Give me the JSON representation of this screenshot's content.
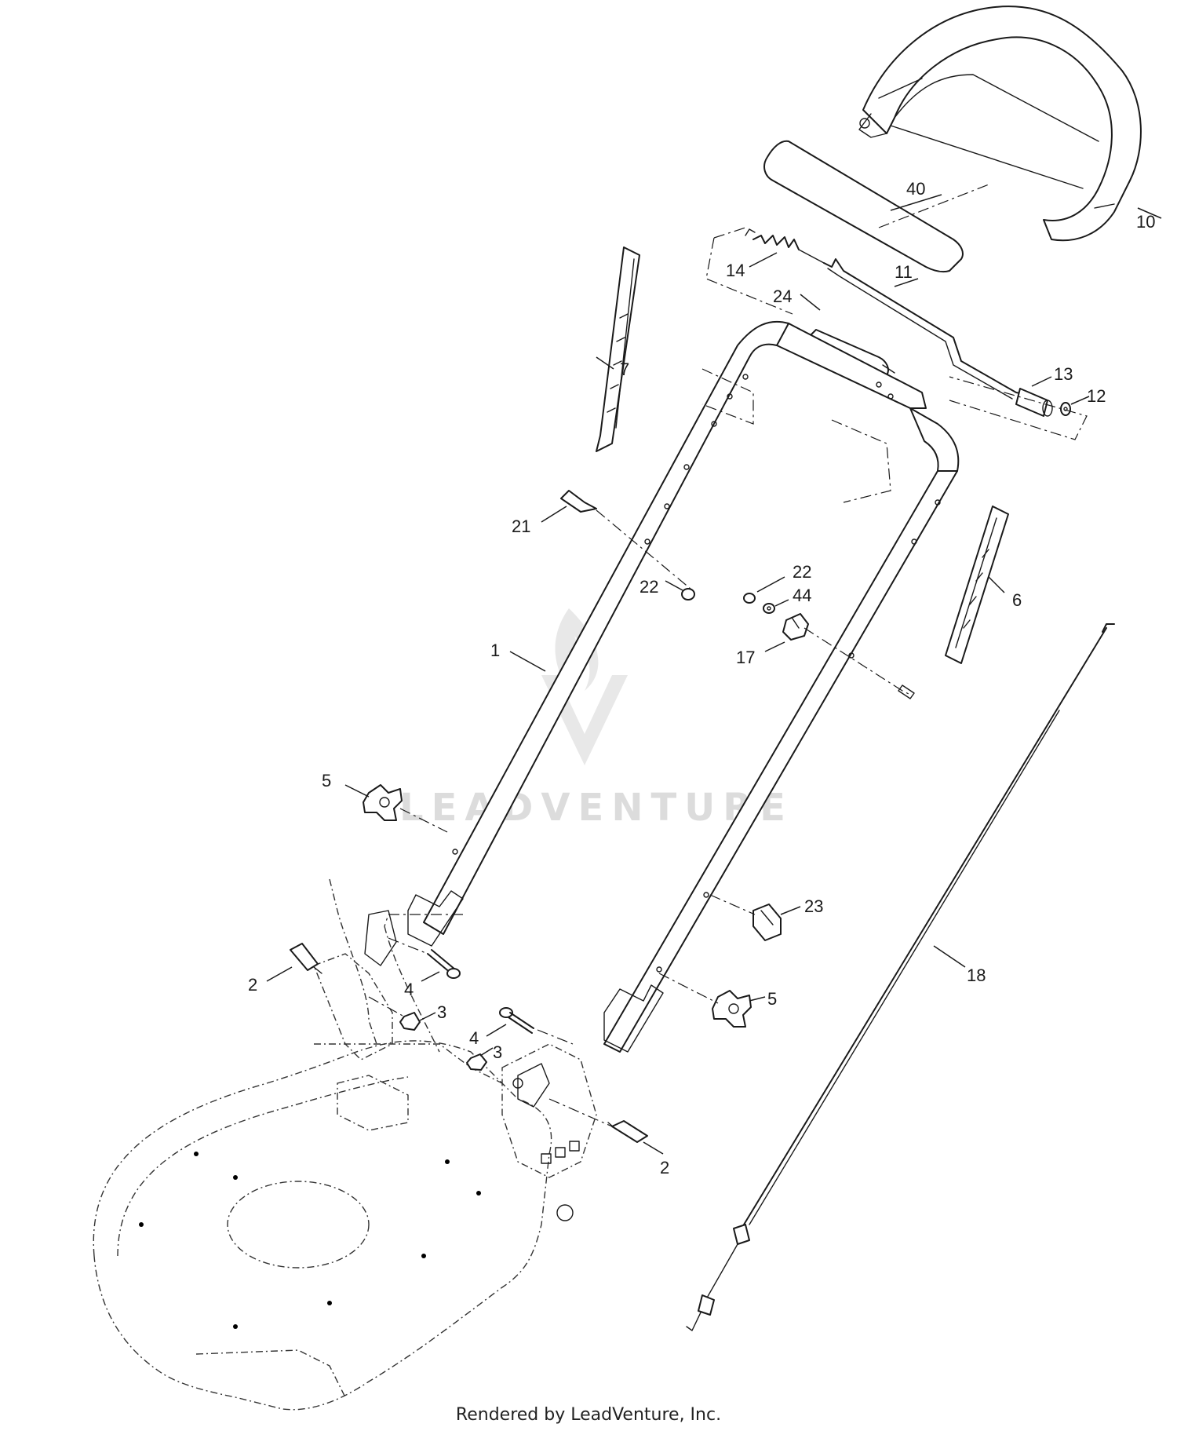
{
  "watermark": {
    "text": "LEADVENTURE"
  },
  "footer": {
    "credit": "Rendered by LeadVenture, Inc."
  },
  "callouts": {
    "c10": "10",
    "c40": "40",
    "c14": "14",
    "c11": "11",
    "c24": "24",
    "c7": "7",
    "c13": "13",
    "c12": "12",
    "c21": "21",
    "c22a": "22",
    "c22b": "22",
    "c44": "44",
    "c6": "6",
    "c1": "1",
    "c17": "17",
    "c5a": "5",
    "c23": "23",
    "c2a": "2",
    "c4a": "4",
    "c3a": "3",
    "c18": "18",
    "c5b": "5",
    "c4b": "4",
    "c3b": "3",
    "c2b": "2"
  },
  "colors": {
    "line": "#1a1a1a",
    "watermark": "#d9d9d9",
    "background": "#ffffff"
  }
}
